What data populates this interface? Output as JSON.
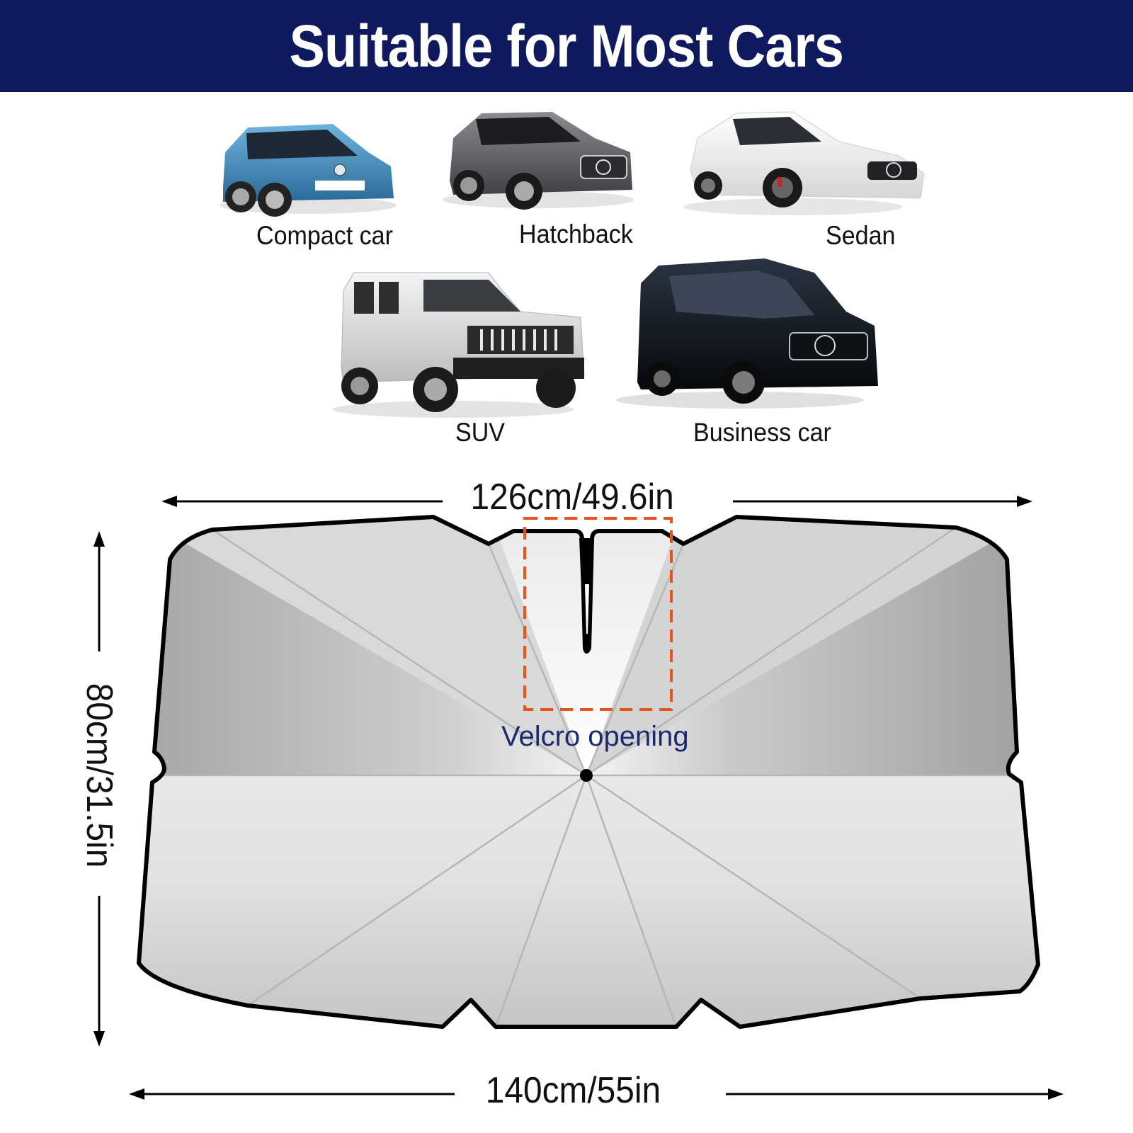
{
  "header": {
    "title": "Suitable for Most Cars",
    "background_color": "#0f1a5e",
    "text_color": "#ffffff"
  },
  "cars": [
    {
      "label": "Compact car",
      "body_color": "#3f86b8",
      "image": "blue-compact-hatchback-photo"
    },
    {
      "label": "Hatchback",
      "body_color": "#5a5c62",
      "image": "grey-crossover-photo"
    },
    {
      "label": "Sedan",
      "body_color": "#f1f1f1",
      "image": "white-coupe-sedan-photo"
    },
    {
      "label": "SUV",
      "body_color": "#e6e6e6",
      "image": "white-offroad-suv-photo"
    },
    {
      "label": "Business car",
      "body_color": "#14161c",
      "image": "black-minivan-photo"
    }
  ],
  "diagram": {
    "top_width_label": "126cm/49.6in",
    "bottom_width_label": "140cm/55in",
    "height_label": "80cm/31.5in",
    "callout_label": "Velcro opening",
    "callout_color": "#e8531c",
    "callout_text_color": "#1a2a70",
    "outline_color": "#000000",
    "fabric_colors": [
      "#a9a9a9",
      "#ffffff",
      "#d8d8d8"
    ]
  }
}
